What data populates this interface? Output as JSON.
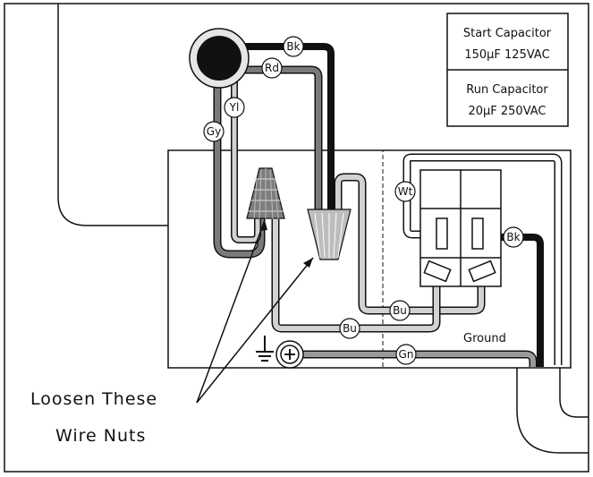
{
  "capacitors": {
    "start": {
      "title": "Start Capacitor",
      "rating": "150µF 125VAC"
    },
    "run": {
      "title": "Run Capacitor",
      "rating": "20µF 250VAC"
    }
  },
  "wire_tags": {
    "bk_top": "Bk",
    "rd": "Rd",
    "yl": "Yl",
    "gy": "Gy",
    "wt": "Wt",
    "bk_right": "Bk",
    "bu_right": "Bu",
    "bu_bottom": "Bu",
    "gn": "Gn"
  },
  "labels": {
    "ground": "Ground",
    "callout_line1": "Loosen These",
    "callout_line2": "Wire Nuts"
  },
  "colors": {
    "black_wire": "#111111",
    "gray_wire": "#7a7a7a",
    "light_wire": "#d2d2d2",
    "nut_dark": "#7d7d7d",
    "nut_light": "#bdbdbd"
  },
  "icons": [
    "ground-icon",
    "ground-screw-icon",
    "wire-nut-icon",
    "motor-terminal-icon"
  ]
}
